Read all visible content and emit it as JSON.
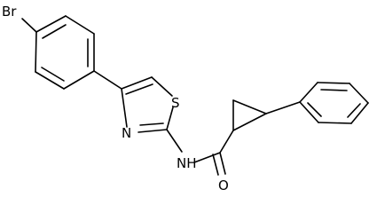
{
  "molecule": {
    "atoms": {
      "br": "Br",
      "s": "S",
      "n_ring": "N",
      "nh": "NH",
      "o": "O"
    }
  }
}
